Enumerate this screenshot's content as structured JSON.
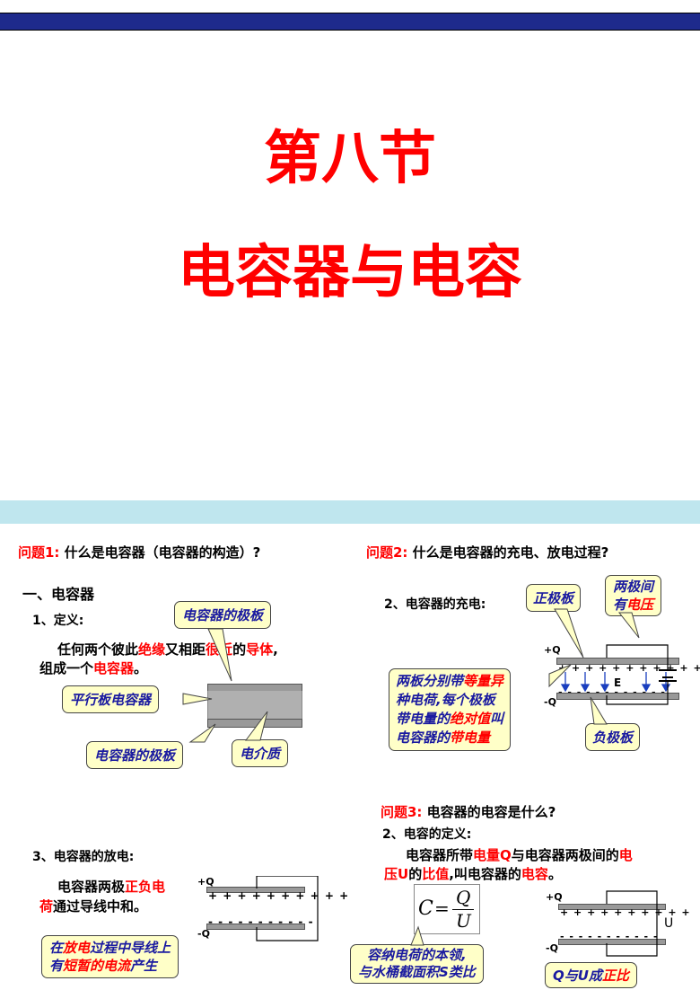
{
  "slide1": {
    "title_line1": "第八节",
    "title_line2": "电容器与电容"
  },
  "left": {
    "q1_label": "问题1:",
    "q1_text": "什么是电容器（电容器的构造）?",
    "section": "一、电容器",
    "def_label": "1、定义:",
    "def_p1": "任何两个彼此",
    "def_red1": "绝缘",
    "def_p2": "又相距",
    "def_red2": "很近",
    "def_p3": "的",
    "def_red3": "导体",
    "def_p4": ",",
    "def_line2a": "组成一个",
    "def_line2b": "电容器",
    "def_line2c": "。",
    "callout_plate_top": "电容器的极板",
    "callout_parallel": "平行板电容器",
    "callout_plate_bottom": "电容器的极板",
    "callout_dielectric": "电介质",
    "discharge_label": "3、电容器的放电:",
    "discharge_a": "电容器两极",
    "discharge_red": "正负电",
    "discharge_red2": "荷",
    "discharge_b": "通过导线中和。",
    "plus_q": "+Q",
    "minus_q": "-Q",
    "callout_discharge_1a": "在",
    "callout_discharge_1b": "放电",
    "callout_discharge_1c": "过程中导线上",
    "callout_discharge_2a": "有",
    "callout_discharge_2b": "短暂的电流",
    "callout_discharge_2c": "产生"
  },
  "right": {
    "q2_label": "问题2:",
    "q2_text": "什么是电容器的充电、放电过程?",
    "charge_label": "2、电容器的充电:",
    "callout_positive": "正极板",
    "callout_voltage_1": "两极间",
    "callout_voltage_2a": "有",
    "callout_voltage_2b": "电压",
    "callout_negative": "负极板",
    "charge_note_1a": "两板分别带",
    "charge_note_1b": "等量异",
    "charge_note_2a": "种电荷",
    "charge_note_2b": ",每个极板",
    "charge_note_3a": "带电量的",
    "charge_note_3b": "绝对值",
    "charge_note_3c": "叫",
    "charge_note_4a": "电容器的",
    "charge_note_4b": "带电量",
    "plus_q": "+Q",
    "minus_q": "-Q",
    "field_label": "E",
    "q3_label": "问题3:",
    "q3_text": "电容器的电容是什么?",
    "cap_def_label": "2、电容的定义:",
    "cap_line1a": "电容器所带",
    "cap_line1b": "电量Q",
    "cap_line1c": "与电容器两极间的",
    "cap_line1d": "电",
    "cap_line2a": "压U",
    "cap_line2b": "的",
    "cap_line2c": "比值",
    "cap_line2d": ",叫电容器的",
    "cap_line2e": "电容",
    "cap_line2f": "。",
    "formula_c": "C",
    "formula_eq": "=",
    "formula_num": "Q",
    "formula_den": "U",
    "callout_capacity_1": "容纳电荷的本领,",
    "callout_capacity_2": "与水桶截面积S类比",
    "voltage_label": "U",
    "callout_ratio_a": "Q与U成",
    "callout_ratio_b": "正比"
  }
}
